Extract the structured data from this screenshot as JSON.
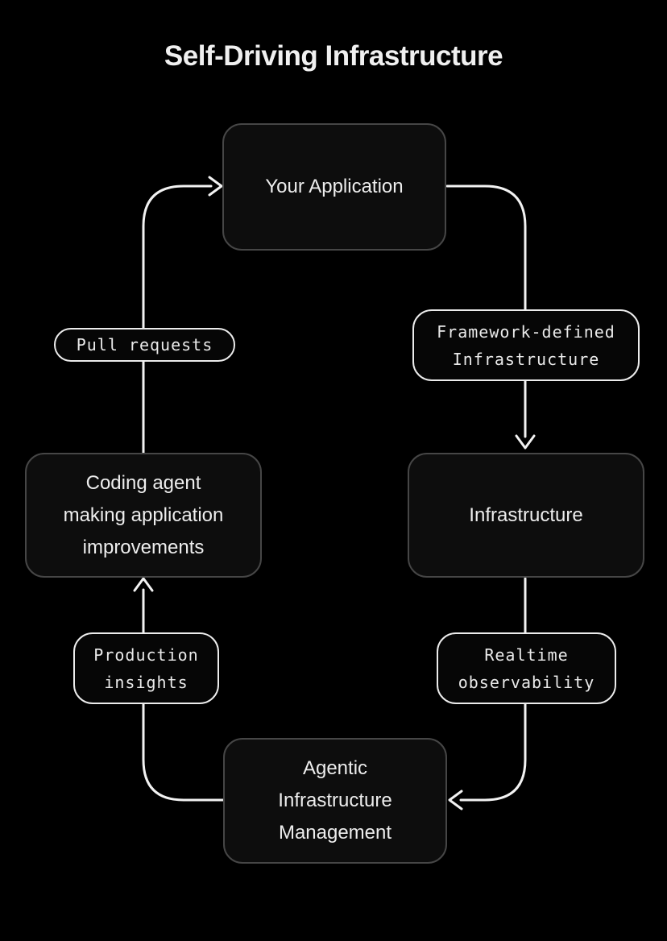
{
  "title": "Self-Driving Infrastructure",
  "nodes": {
    "your_application": {
      "label": "Your Application"
    },
    "infrastructure": {
      "label": "Infrastructure"
    },
    "coding_agent": {
      "line1": "Coding agent",
      "line2": "making application",
      "line3": "improvements"
    },
    "agentic": {
      "line1": "Agentic",
      "line2": "Infrastructure",
      "line3": "Management"
    }
  },
  "edge_labels": {
    "pull_requests": {
      "text": "Pull requests"
    },
    "framework_defined": {
      "line1": "Framework-defined",
      "line2": "Infrastructure"
    },
    "production_insights": {
      "line1": "Production",
      "line2": "insights"
    },
    "realtime_observability": {
      "line1": "Realtime",
      "line2": "observability"
    }
  },
  "colors": {
    "background": "#000000",
    "node_fill": "#0d0d0d",
    "node_border": "#464646",
    "pill_border": "#ececec",
    "connector": "#f2f2f2",
    "text": "#ededed"
  }
}
